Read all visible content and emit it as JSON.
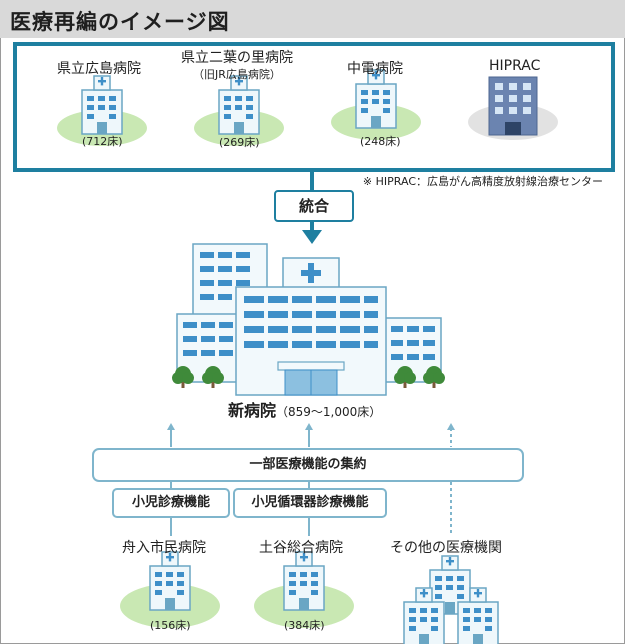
{
  "title": "医療再編のイメージ図",
  "top_hospitals": [
    {
      "name": "県立広島病院",
      "beds": "(712床)"
    },
    {
      "name": "県立二葉の里病院",
      "subname": "（旧JR広島病院）",
      "beds": "(269床)"
    },
    {
      "name": "中電病院",
      "beds": "(248床)"
    },
    {
      "name": "HIPRAC"
    }
  ],
  "note": "※ HIPRAC：広島がん高精度放射線治療センター",
  "merge_label": "統合",
  "new_hospital": {
    "name": "新病院",
    "beds": "（859～1,000床）"
  },
  "concentration_label": "一部医療機能の集約",
  "functions": [
    "小児診療機能",
    "小児循環器診療機能"
  ],
  "bottom": [
    {
      "name": "舟入市民病院",
      "beds": "(156床)"
    },
    {
      "name": "土谷総合病院",
      "beds": "(384床)"
    },
    {
      "name": "その他の医療機関"
    }
  ],
  "colors": {
    "accent": "#1e7fa0",
    "light_accent": "#7fb5cc",
    "header_bg": "#d9d9d9",
    "oval": "#c9e8b3",
    "building": "#dff0f6",
    "window": "#3e8fc8"
  }
}
